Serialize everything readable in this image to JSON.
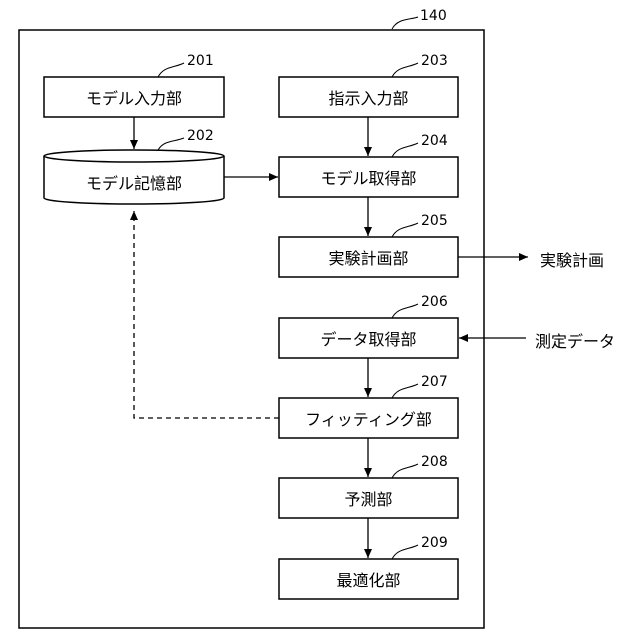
{
  "frame": {
    "ref": "140"
  },
  "blocks": {
    "model_input": {
      "label": "モデル入力部",
      "ref": "201"
    },
    "model_store": {
      "label": "モデル記憶部",
      "ref": "202"
    },
    "instruction": {
      "label": "指示入力部",
      "ref": "203"
    },
    "model_acquire": {
      "label": "モデル取得部",
      "ref": "204"
    },
    "exp_plan": {
      "label": "実験計画部",
      "ref": "205"
    },
    "data_acquire": {
      "label": "データ取得部",
      "ref": "206"
    },
    "fitting": {
      "label": "フィッティング部",
      "ref": "207"
    },
    "prediction": {
      "label": "予測部",
      "ref": "208"
    },
    "optimize": {
      "label": "最適化部",
      "ref": "209"
    }
  },
  "external": {
    "output": "実験計画",
    "input": "測定データ"
  }
}
